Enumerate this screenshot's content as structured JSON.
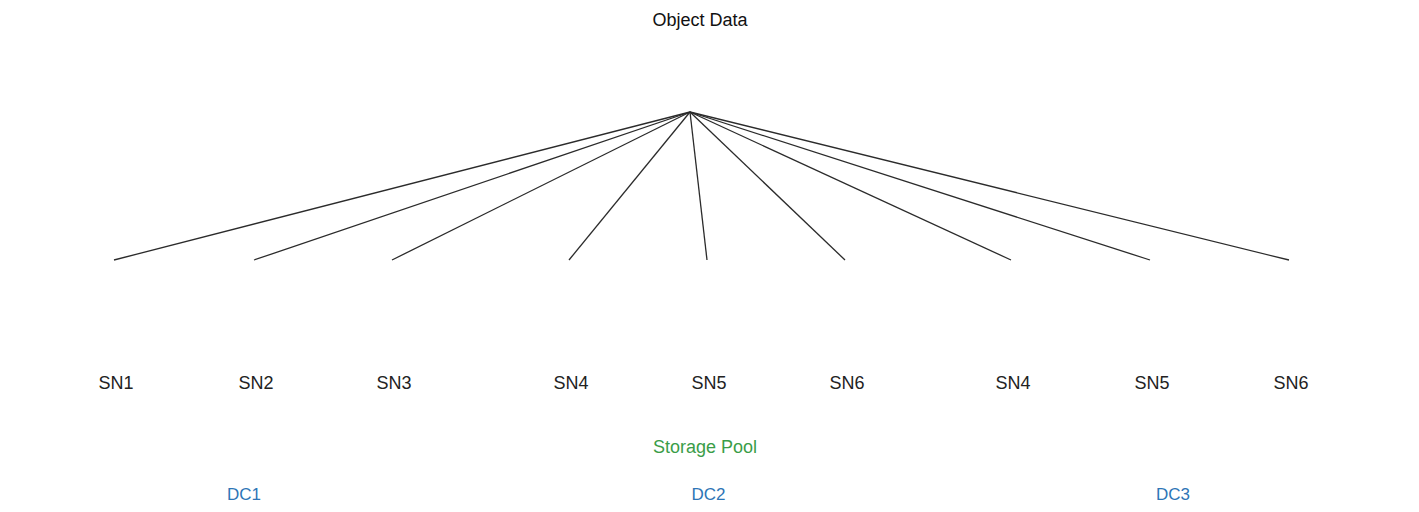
{
  "diagram": {
    "nodes": [
      {
        "text": [
          "Object Data"
        ]
      },
      {
        "text": [
          "DC1"
        ]
      },
      {
        "text": [
          "SN1"
        ],
        "in": 1
      },
      {
        "text": [
          "SN2"
        ],
        "in": 1
      },
      {
        "text": [
          "SN3"
        ],
        "in": 1
      },
      {
        "text": [
          "DC2"
        ]
      },
      {
        "text": [
          "SN4"
        ],
        "in": 5
      },
      {
        "text": [
          "SN5"
        ],
        "in": 5
      },
      {
        "text": [
          "SN6"
        ],
        "in": 5
      },
      {
        "text": [
          "DC3"
        ]
      },
      {
        "text": [
          "SN4"
        ],
        "in": 9
      },
      {
        "text": [
          "SN5"
        ],
        "in": 9
      },
      {
        "text": [
          "SN6"
        ],
        "in": 9
      },
      {
        "text": [
          "Storage Pool"
        ]
      }
    ],
    "edges": [
      {
        "from": 0,
        "to": 2,
        "arrow": "none"
      },
      {
        "from": 0,
        "to": 3,
        "arrow": "none"
      },
      {
        "from": 0,
        "to": 4,
        "arrow": "none"
      },
      {
        "from": 0,
        "to": 6,
        "arrow": "none"
      },
      {
        "from": 0,
        "to": 7,
        "arrow": "none"
      },
      {
        "from": 0,
        "to": 8,
        "arrow": "none"
      },
      {
        "from": 0,
        "to": 10,
        "arrow": "none"
      },
      {
        "from": 0,
        "to": 11,
        "arrow": "none"
      },
      {
        "from": 0,
        "to": 12,
        "arrow": "none"
      }
    ]
  }
}
